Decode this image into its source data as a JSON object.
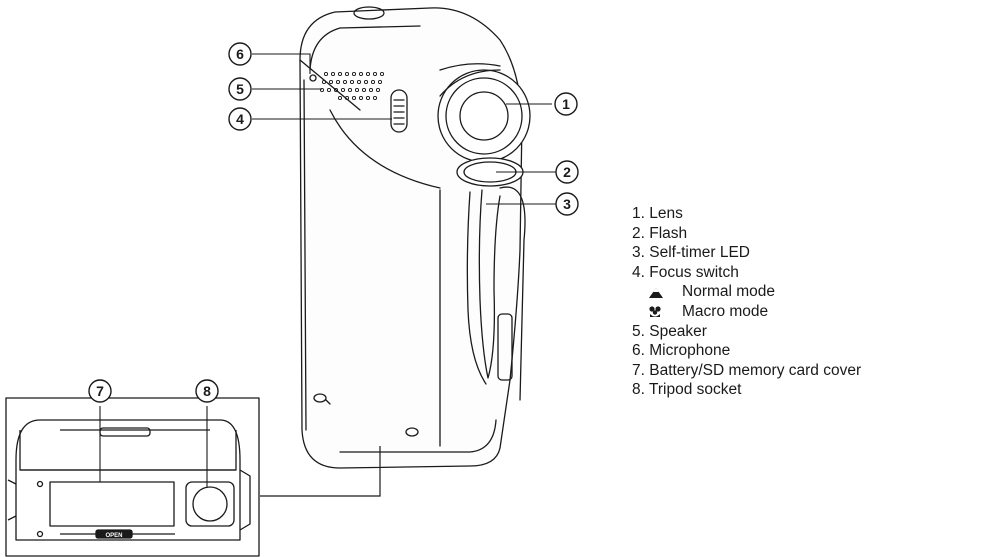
{
  "callouts": [
    "1",
    "2",
    "3",
    "4",
    "5",
    "6",
    "7",
    "8"
  ],
  "bottom_view": {
    "open_label": "OPEN"
  },
  "legend": {
    "items": [
      "1. Lens",
      "2. Flash",
      "3. Self-timer LED",
      "4. Focus switch"
    ],
    "modes": [
      {
        "icon": "mountain-icon",
        "label": "Normal mode"
      },
      {
        "icon": "flower-icon",
        "label": "Macro mode"
      }
    ],
    "items_after": [
      "5. Speaker",
      "6. Microphone",
      "7. Battery/SD memory card cover",
      "8. Tripod socket"
    ]
  }
}
